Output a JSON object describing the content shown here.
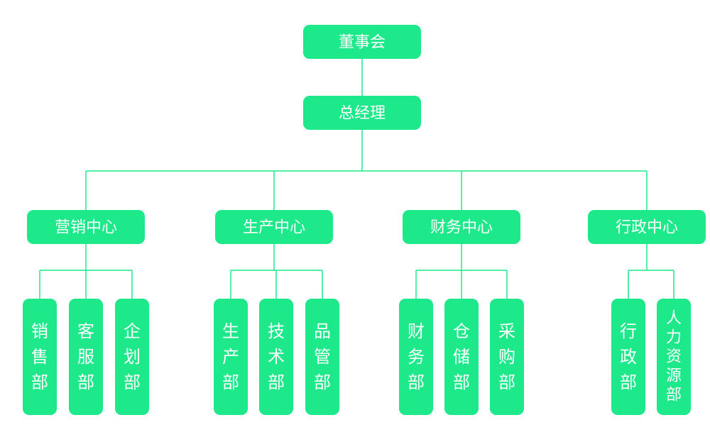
{
  "colors": {
    "box_fill": "#1de88a",
    "line": "#1de88a",
    "text": "#ffffff"
  },
  "board": "董事会",
  "general_manager": "总经理",
  "centers": [
    {
      "name": "营销中心",
      "departments": [
        "销售部",
        "客服部",
        "企划部"
      ]
    },
    {
      "name": "生产中心",
      "departments": [
        "生产部",
        "技术部",
        "品管部"
      ]
    },
    {
      "name": "财务中心",
      "departments": [
        "财务部",
        "仓储部",
        "采购部"
      ]
    },
    {
      "name": "行政中心",
      "departments": [
        "行政部",
        "人力资源部"
      ]
    }
  ]
}
